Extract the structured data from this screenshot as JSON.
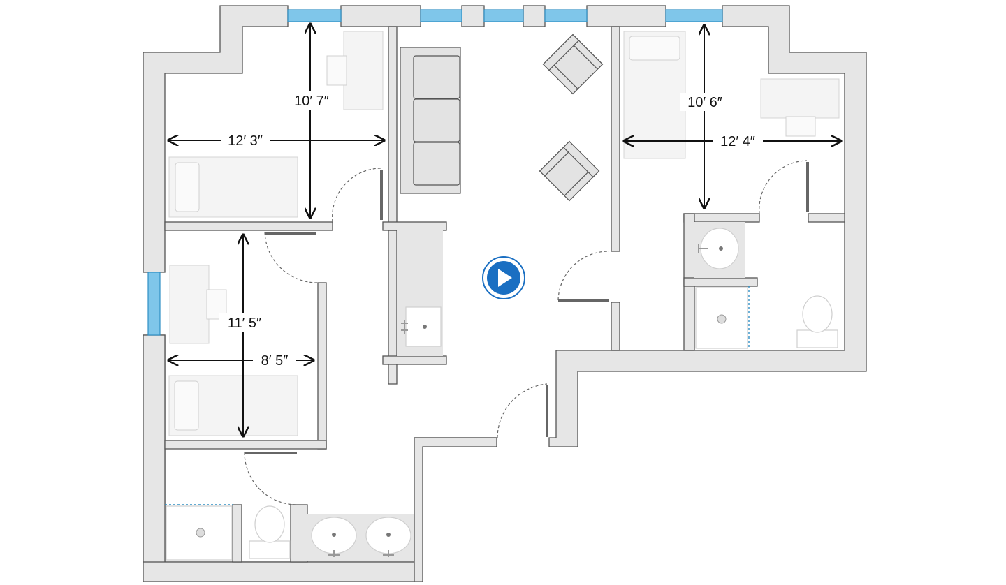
{
  "dimensions": {
    "room_top_left_width": "12′ 3″",
    "room_top_left_depth": "10′ 7″",
    "room_bottom_left_depth": "11′ 5″",
    "room_bottom_left_width": "8′ 5″",
    "room_right_depth": "10′ 6″",
    "room_right_width": "12′ 4″"
  },
  "colors": {
    "wall_fill": "#e6e6e6",
    "wall_stroke": "#555555",
    "window": "#7fc6ea",
    "play_button": "#1a6fc2"
  },
  "icons": {
    "play": "play-icon"
  }
}
